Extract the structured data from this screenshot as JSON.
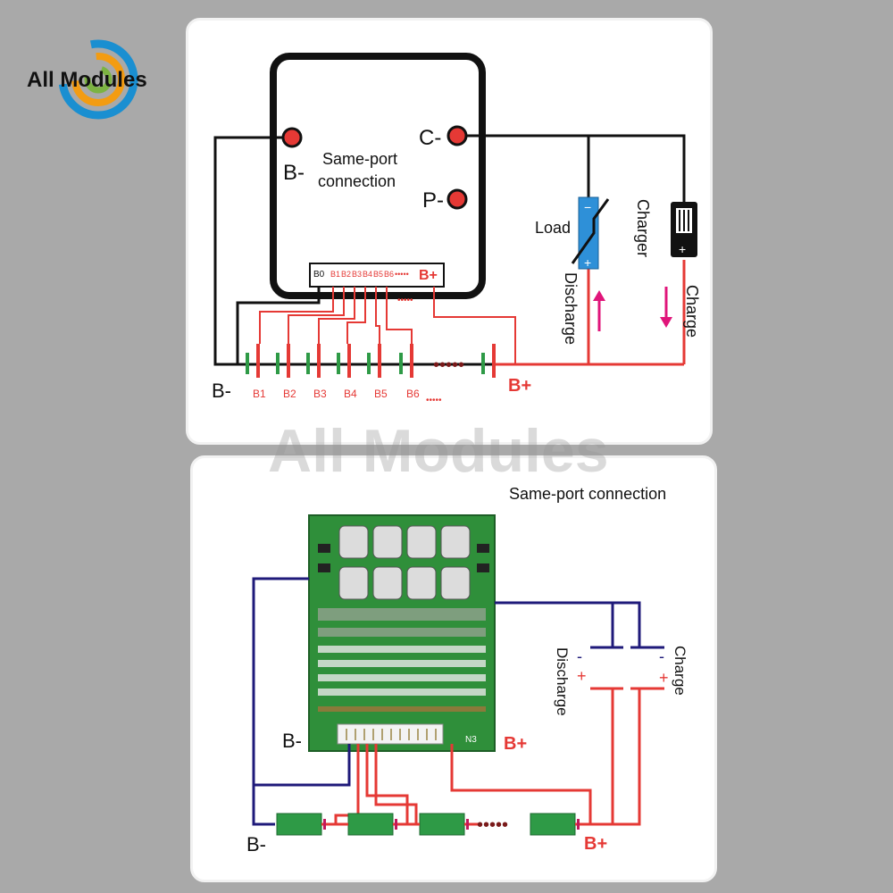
{
  "brand": {
    "logo_text": "All Modules",
    "watermark_text": "All Modules",
    "colors": {
      "logo_blue": "#1a8fd1",
      "logo_orange": "#f39c12",
      "logo_green": "#7cb342"
    }
  },
  "top_diagram": {
    "terminals": {
      "b_minus": "B-",
      "c_minus": "C-",
      "p_minus": "P-"
    },
    "center_label_line1": "Same-port",
    "center_label_line2": "connection",
    "connector_pins": [
      "B0",
      "B1",
      "B2",
      "B3",
      "B4",
      "B5",
      "B6",
      "•••••",
      "B+"
    ],
    "cells": [
      "B1",
      "B2",
      "B3",
      "B4",
      "B5",
      "B6",
      "•••••"
    ],
    "battery_b_minus": "B-",
    "battery_b_plus": "B+",
    "cell_dots": "•••••",
    "load_label": "Load",
    "charger_label": "Charger",
    "discharge_label": "Discharge",
    "charge_label": "Charge",
    "load_minus": "−",
    "load_plus": "+",
    "charger_plus": "+",
    "wire_black": "#111111",
    "wire_red": "#e53935",
    "arrow_color": "#e0157a",
    "load_color": "#2e90d8"
  },
  "bottom_diagram": {
    "title": "Same-port connection",
    "b_minus_board": "B-",
    "b_plus_board": "B+",
    "b_minus_battery": "B-",
    "b_plus_battery": "B+",
    "connector_label": "N3",
    "discharge_label": "Discharge",
    "charge_label": "Charge",
    "discharge_minus": "-",
    "discharge_plus": "+",
    "charge_minus": "-",
    "charge_plus": "+",
    "cell_dots": "•••••",
    "wire_blue": "#1f1a7a",
    "wire_red": "#e53935",
    "board_green": "#2f8f3a",
    "cell_green": "#2e9a46"
  }
}
